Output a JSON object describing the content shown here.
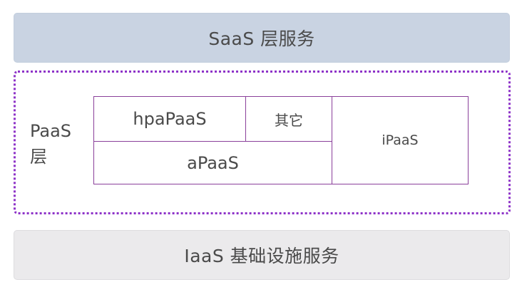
{
  "saas_layer": {
    "label": "SaaS 层服务"
  },
  "paas_layer": {
    "label_line1": "PaaS",
    "label_line2": "层",
    "cells": {
      "hpapaas": "hpaPaaS",
      "other": "其它",
      "apaas": "aPaaS",
      "ipaas": "iPaaS"
    }
  },
  "iaas_layer": {
    "label": "IaaS 基础设施服务"
  },
  "colors": {
    "saas_fill": "#c9d3e2",
    "iaas_fill": "#ebeaec",
    "paas_border": "#8e33c8",
    "grid_line": "#8a3f9a"
  }
}
